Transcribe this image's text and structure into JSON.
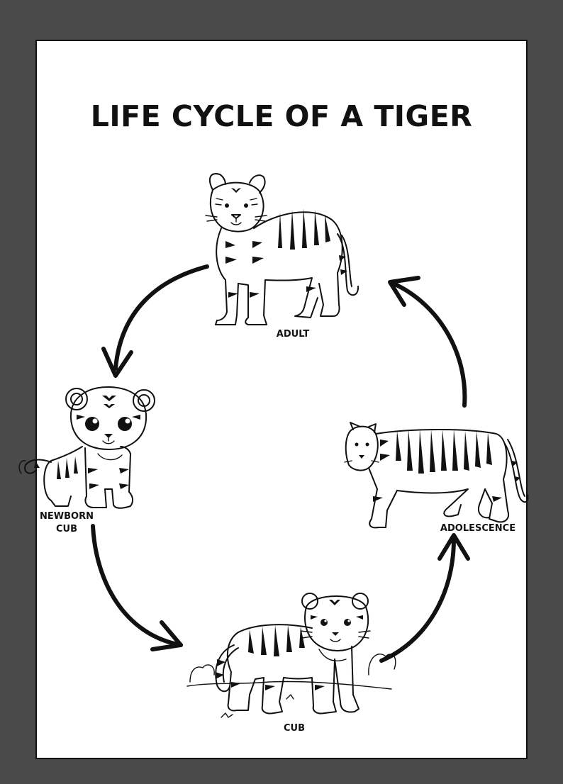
{
  "title": "LIFE CYCLE OF A TIGER",
  "stages": {
    "adult": "ADULT",
    "newborn_line1": "NEWBORN",
    "newborn_line2": "CUB",
    "cub": "CUB",
    "adolescence": "ADOLESCENCE"
  },
  "cycle_order": [
    "ADULT",
    "NEWBORN CUB",
    "CUB",
    "ADOLESCENCE"
  ],
  "colors": {
    "background": "#4a4a4a",
    "page": "#ffffff",
    "ink": "#111111"
  },
  "icons": [
    "adult-tiger-icon",
    "newborn-cub-icon",
    "cub-tiger-icon",
    "adolescent-tiger-icon",
    "cycle-arrow-icon"
  ]
}
